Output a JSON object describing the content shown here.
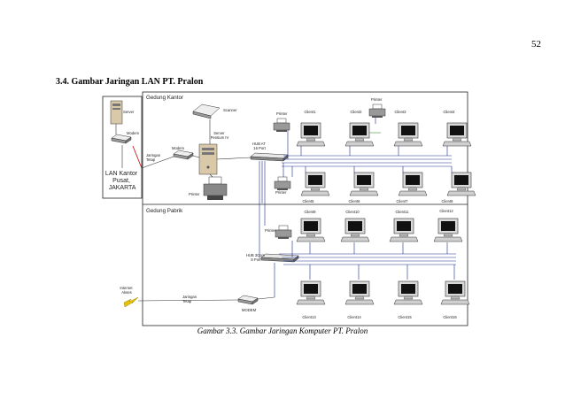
{
  "page_number": "52",
  "section_title": "3.4. Gambar Jaringan LAN PT. Pralon",
  "caption": "Gambar 3.3. Gambar Jaringan Komputer PT. Pralon",
  "diagram": {
    "lan_box": {
      "server": "Server",
      "modem": "Modem",
      "label_lines": [
        "LAN Kantor",
        "Pusat,",
        "JAKARTA"
      ]
    },
    "kantor": {
      "title": "Gedung Kantor",
      "scanner": "Scanner",
      "server_lines": [
        "Server",
        "Pentium IV"
      ],
      "modem": "Modem",
      "jaringan_lines": [
        "Jaringan",
        "Tetap"
      ],
      "printer_main": "Printer",
      "hub_lines": [
        "HUB AT",
        "16 Port"
      ],
      "printer_a": "Printer",
      "printer_b": "Printer",
      "printer_c": "Printer",
      "clients_top": [
        "Client1",
        "Client2",
        "Client3",
        "Client4"
      ],
      "clients_bottom": [
        "Client5",
        "Client6",
        "Client7",
        "Client8"
      ]
    },
    "pabrik": {
      "title": "Gedung Pabrik",
      "clients_top": [
        "Client9",
        "Client10",
        "Client11",
        "Client12"
      ],
      "printer": "Printer",
      "hub_lines": [
        "HUB 3Com",
        "8 Port"
      ],
      "internet_lines": [
        "Internet",
        "Akses"
      ],
      "jaringan_lines": [
        "Jaringan",
        "Tetap"
      ],
      "modem": "MODEM",
      "clients_bottom": [
        "Client13",
        "Client14",
        "Client15",
        "Client16"
      ]
    }
  }
}
